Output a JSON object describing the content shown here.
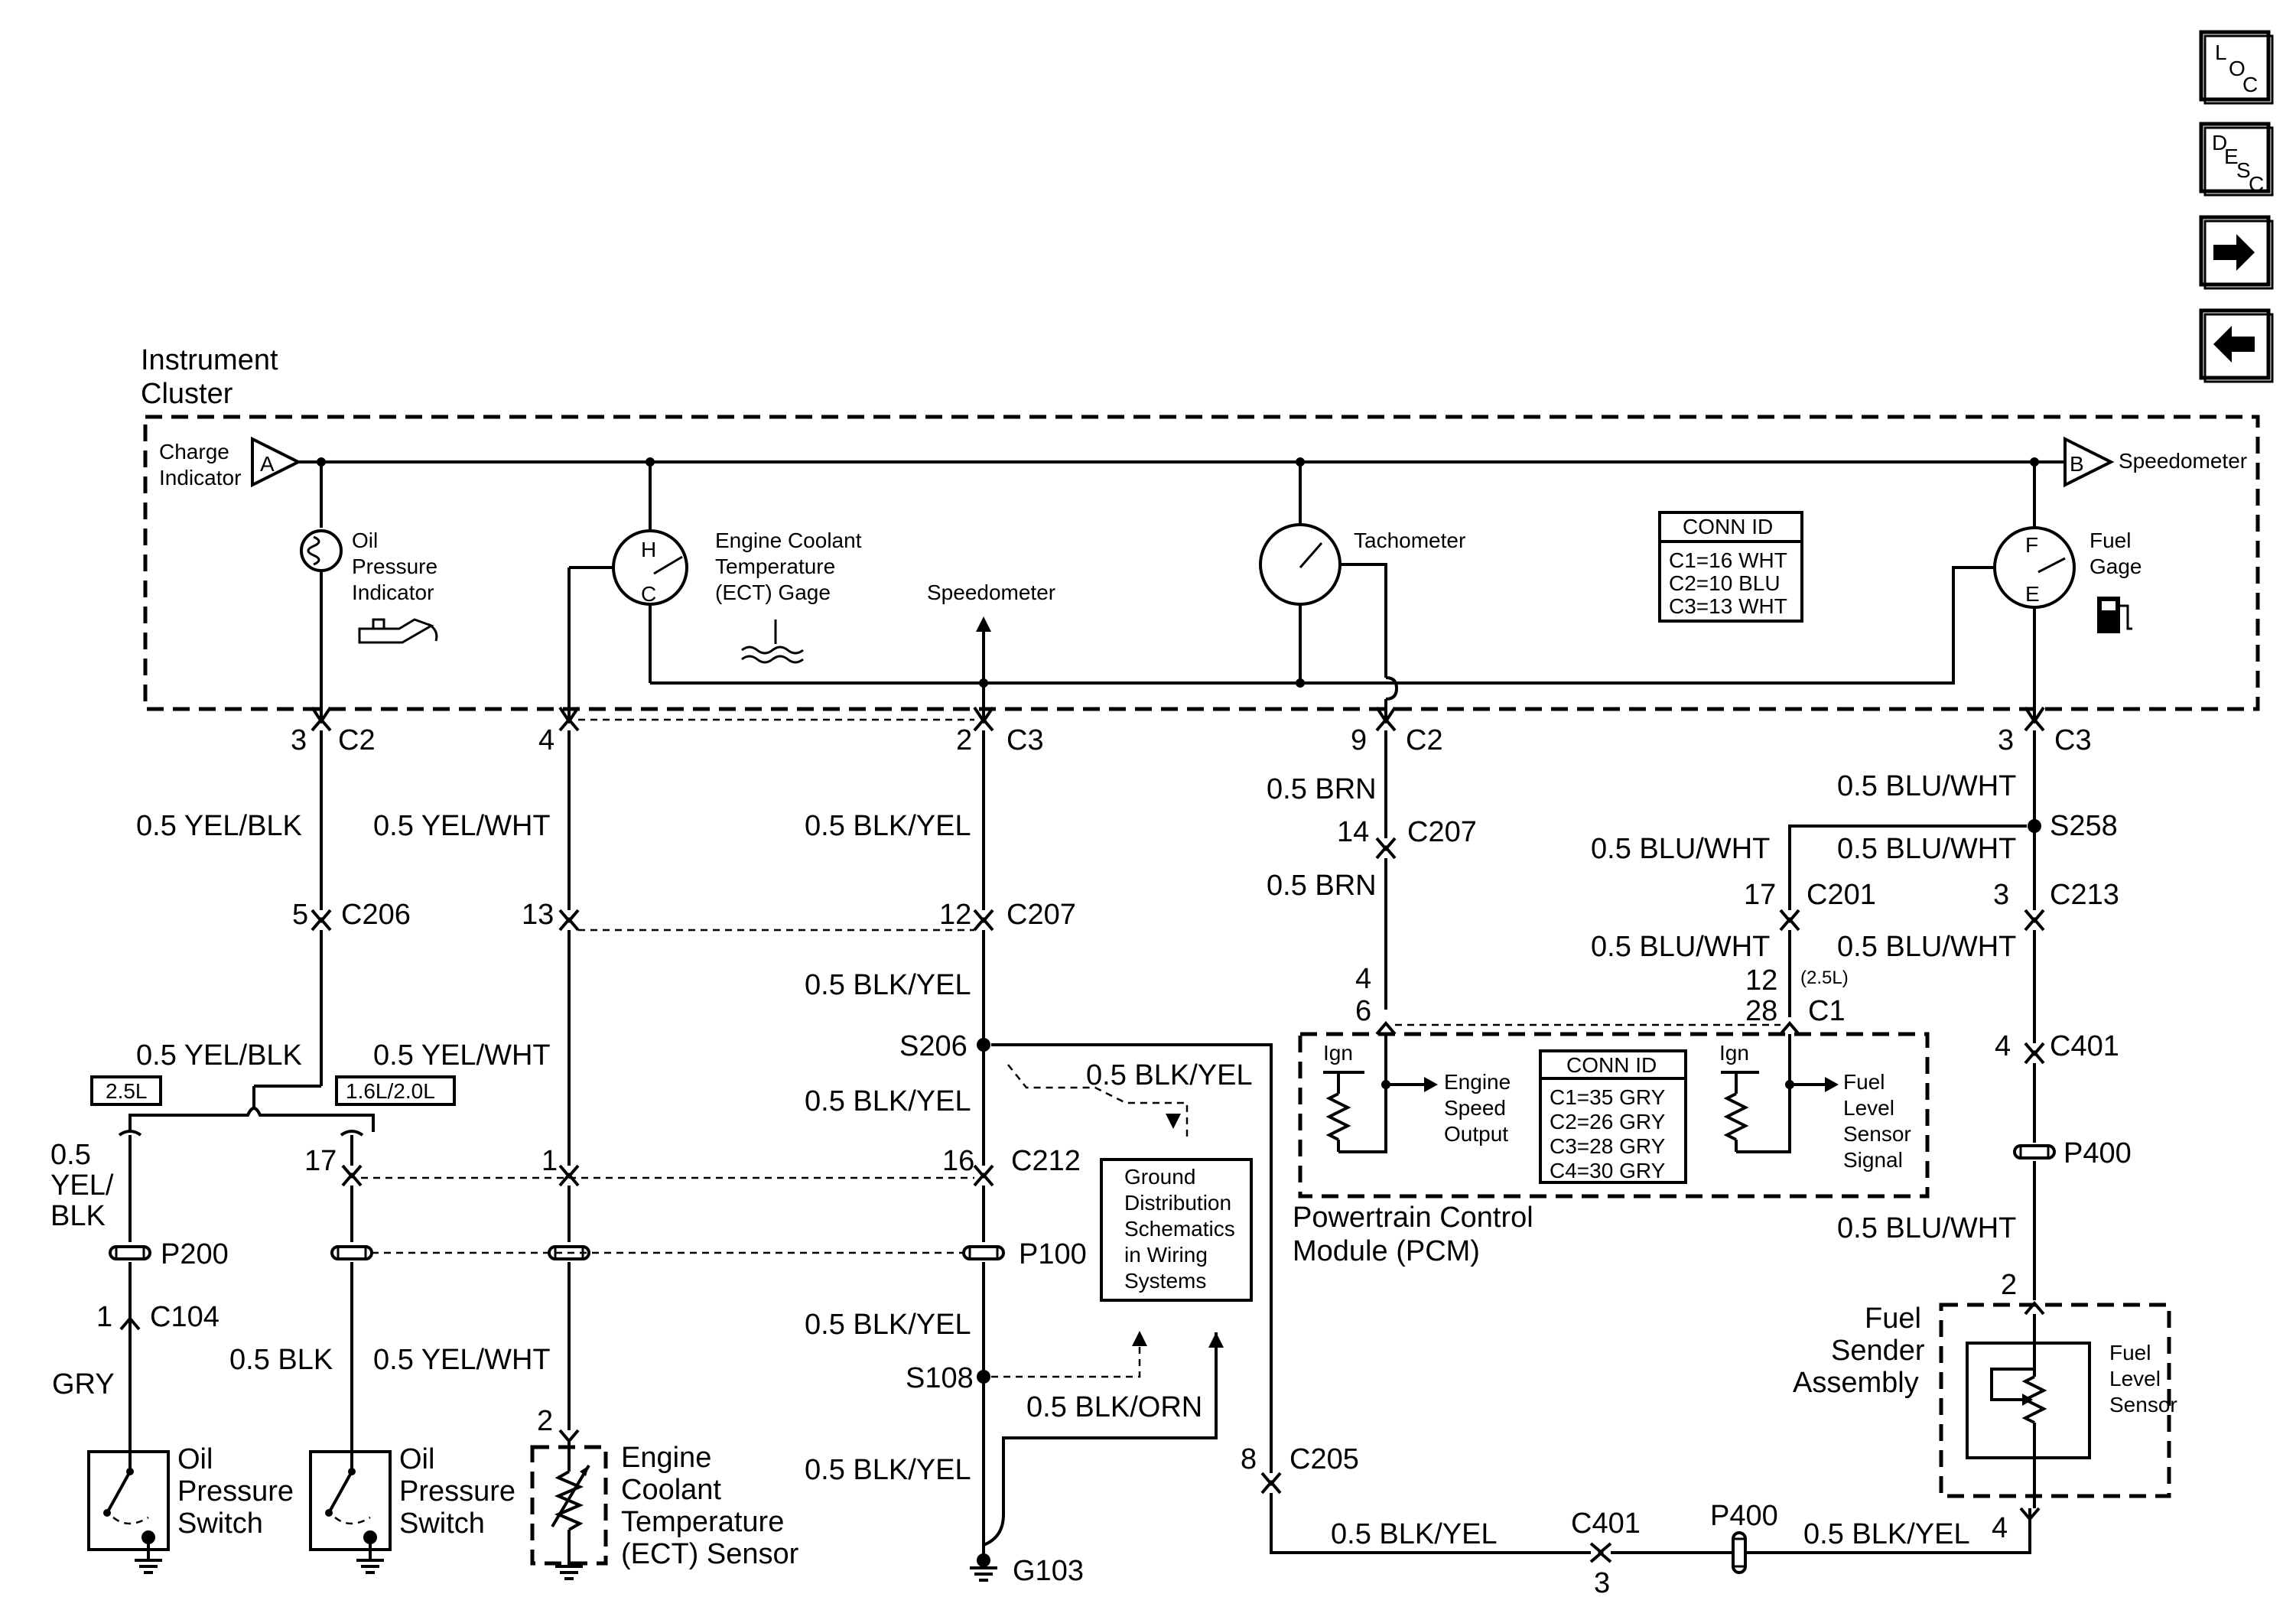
{
  "nav": {
    "loc": {
      "l1": "L",
      "l2": "O",
      "l3": "C"
    },
    "desc": {
      "l1": "D",
      "l2": "E",
      "l3": "S",
      "l4": "C"
    },
    "next_symbol": "➡",
    "prev_symbol": "⬅"
  },
  "cluster": {
    "title_line1": "Instrument",
    "title_line2": "Cluster",
    "charge_line1": "Charge",
    "charge_line2": "Indicator",
    "charge_tag": "A",
    "speedo_right": "Speedometer",
    "speedo_tag": "B",
    "oil_line1": "Oil",
    "oil_line2": "Pressure",
    "oil_line3": "Indicator",
    "ect_line1": "Engine Coolant",
    "ect_line2": "Temperature",
    "ect_line3": "(ECT) Gage",
    "ect_h": "H",
    "ect_c": "C",
    "speedo_mid": "Speedometer",
    "tach": "Tachometer",
    "fuel_line1": "Fuel",
    "fuel_line2": "Gage",
    "fuel_f": "F",
    "fuel_e": "E",
    "connid_title": "CONN ID",
    "connid_rows": [
      "C1=16 WHT",
      "C2=10 BLU",
      "C3=13 WHT"
    ]
  },
  "circuits": {
    "c2_pin3": "3",
    "c2_a": "C2",
    "yelblk_1": "0.5 YEL/BLK",
    "c206_pin": "5",
    "c206": "C206",
    "yelblk_2": "0.5 YEL/BLK",
    "opt_25": "2.5L",
    "opt_1620": "1.6L/2.0L",
    "w05": "0.5",
    "wyel": "YEL/",
    "wblk": "BLK",
    "p200": "P200",
    "c104_pin": "1",
    "c104": "C104",
    "gry": "GRY",
    "pin17": "17",
    "blk": "0.5 BLK",
    "ops1_l1": "Oil",
    "ops1_l2": "Pressure",
    "ops1_l3": "Switch",
    "ops2_l1": "Oil",
    "ops2_l2": "Pressure",
    "ops2_l3": "Switch",
    "c2_pin4": "4",
    "yelwht_1": "0.5 YEL/WHT",
    "c206_pin13": "13",
    "yelwht_2": "0.5 YEL/WHT",
    "pin1": "1",
    "yelwht_3": "0.5 YEL/WHT",
    "ect_pin": "2",
    "ects_l1": "Engine",
    "ects_l2": "Coolant",
    "ects_l3": "Temperature",
    "ects_l4": "(ECT) Sensor",
    "c3_pin2": "2",
    "c3_a": "C3",
    "blkyel_1": "0.5 BLK/YEL",
    "c207_pin12": "12",
    "c207_a": "C207",
    "blkyel_2": "0.5 BLK/YEL",
    "s206": "S206",
    "blkyel_3": "0.5 BLK/YEL",
    "blkyel_diag": "0.5 BLK/YEL",
    "c212_pin": "16",
    "c212": "C212",
    "p100": "P100",
    "blkyel_4": "0.5 BLK/YEL",
    "s108": "S108",
    "blkorn": "0.5 BLK/ORN",
    "blkyel_5": "0.5 BLK/YEL",
    "g103": "G103",
    "gd_l1": "Ground",
    "gd_l2": "Distribution",
    "gd_l3": "Schematics",
    "gd_l4": "in Wiring",
    "gd_l5": "Systems",
    "c205_pin": "8",
    "c205": "C205",
    "blkyel_6": "0.5 BLK/YEL",
    "c401_b": "C401",
    "c401_pin3": "3",
    "p400_b": "P400",
    "blkyel_7": "0.5 BLK/YEL",
    "fs_pin4": "4",
    "c2_pin9": "9",
    "c2_b": "C2",
    "brn_1": "0.5 BRN",
    "c207_pin14": "14",
    "c207_b": "C207",
    "brn_2": "0.5 BRN",
    "pcm_pin4": "4",
    "pcm_pin6": "6",
    "c3_pin3": "3",
    "c3_b": "C3",
    "bluwht_1": "0.5 BLU/WHT",
    "s258": "S258",
    "bluwht_2": "0.5 BLU/WHT",
    "bluwht_3": "0.5 BLU/WHT",
    "c201_pin": "17",
    "c201": "C201",
    "c213_pin": "3",
    "c213": "C213",
    "bluwht_4": "0.5 BLU/WHT",
    "bluwht_5": "0.5 BLU/WHT",
    "pcm_pin12": "12",
    "pcm_25l": "(2.5L)",
    "pcm_pin28": "28",
    "pcm_c1": "C1",
    "c401_pin": "4",
    "c401_a": "C401",
    "p400_a": "P400",
    "bluwht_6": "0.5 BLU/WHT",
    "fs_pin2": "2"
  },
  "pcm": {
    "ign_1": "Ign",
    "ign_2": "Ign",
    "eso_l1": "Engine",
    "eso_l2": "Speed",
    "eso_l3": "Output",
    "fls_l1": "Fuel",
    "fls_l2": "Level",
    "fls_l3": "Sensor",
    "fls_l4": "Signal",
    "connid_title": "CONN ID",
    "connid_rows": [
      "C1=35 GRY",
      "C2=26 GRY",
      "C3=28 GRY",
      "C4=30 GRY"
    ],
    "name_l1": "Powertrain Control",
    "name_l2": "Module (PCM)"
  },
  "fuel_sender": {
    "l1": "Fuel",
    "l2": "Sender",
    "l3": "Assembly",
    "sensor_l1": "Fuel",
    "sensor_l2": "Level",
    "sensor_l3": "Sensor"
  }
}
